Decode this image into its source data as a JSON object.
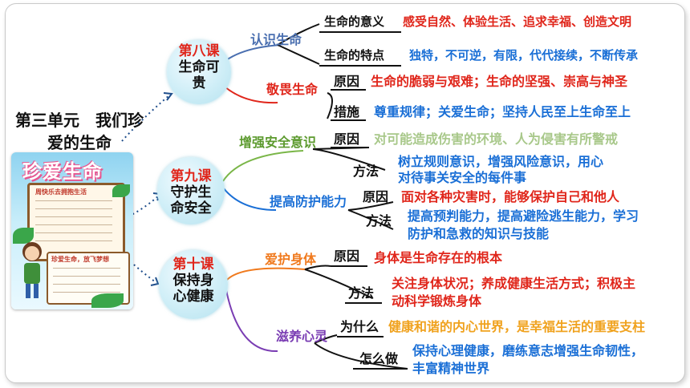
{
  "unit_title": "第三单元　我们珍爱的生命",
  "poster": {
    "title": "珍爱生命",
    "board_title": "周快乐去拥抱生活",
    "board2_title": "珍爱生命，放飞梦想"
  },
  "lessons": [
    {
      "num": "第八课",
      "name": "生命可贵"
    },
    {
      "num": "第九课",
      "name": "守护生命安全"
    },
    {
      "num": "第十课",
      "name": "保持身心健康"
    }
  ],
  "l8": {
    "b1": "认识生命",
    "b1_c1_label": "生命的意义",
    "b1_c1_text": "感受自然、体验生活、追求幸福、创造文明",
    "b1_c2_label": "生命的特点",
    "b1_c2_text": "独特，不可逆，有限，代代接续，不断传承",
    "b2": "敬畏生命",
    "b2_c1_label": "原因",
    "b2_c1_text": "生命的脆弱与艰难；生命的坚强、崇高与神圣",
    "b2_c2_label": "措施",
    "b2_c2_text": "尊重规律；关爱生命；坚持人民至上生命至上"
  },
  "l9": {
    "b1": "增强安全意识",
    "b1_c1_label": "原因",
    "b1_c1_text": "对可能造成伤害的环境、人为侵害有所警戒",
    "b1_c2_label": "方法",
    "b1_c2_text1": "树立规则意识，增强风险意识，用心",
    "b1_c2_text2": "对待事关安全的每件事",
    "b2": "提高防护能力",
    "b2_c1_label": "原因",
    "b2_c1_text": "面对各种灾害时，能够保护自己和他人",
    "b2_c2_label": "方法",
    "b2_c2_text1": "提高预判能力，提高避险逃生能力，学习",
    "b2_c2_text2": "防护和急救的知识与技能"
  },
  "l10": {
    "b1": "爱护身体",
    "b1_c1_label": "原因",
    "b1_c1_text": "身体是生命存在的根本",
    "b1_c2_label": "方法",
    "b1_c2_text1": "关注身体状况；养成健康生活方式；积极主",
    "b1_c2_text2": "动科学锻炼身体",
    "b2": "滋养心灵",
    "b2_c1_label": "为什么",
    "b2_c1_text": "健康和谐的内心世界，是幸福生活的重要支柱",
    "b2_c2_label": "怎么做",
    "b2_c2_text1": "保持心理健康，磨练意志增强生命韧性，",
    "b2_c2_text2": "丰富精神世界"
  },
  "colors": {
    "red": "#e0261b",
    "blue": "#1a6fd6",
    "green": "#7ab648",
    "orange": "#f07a1e",
    "purple": "#7a3db3",
    "dark": "#111111"
  }
}
